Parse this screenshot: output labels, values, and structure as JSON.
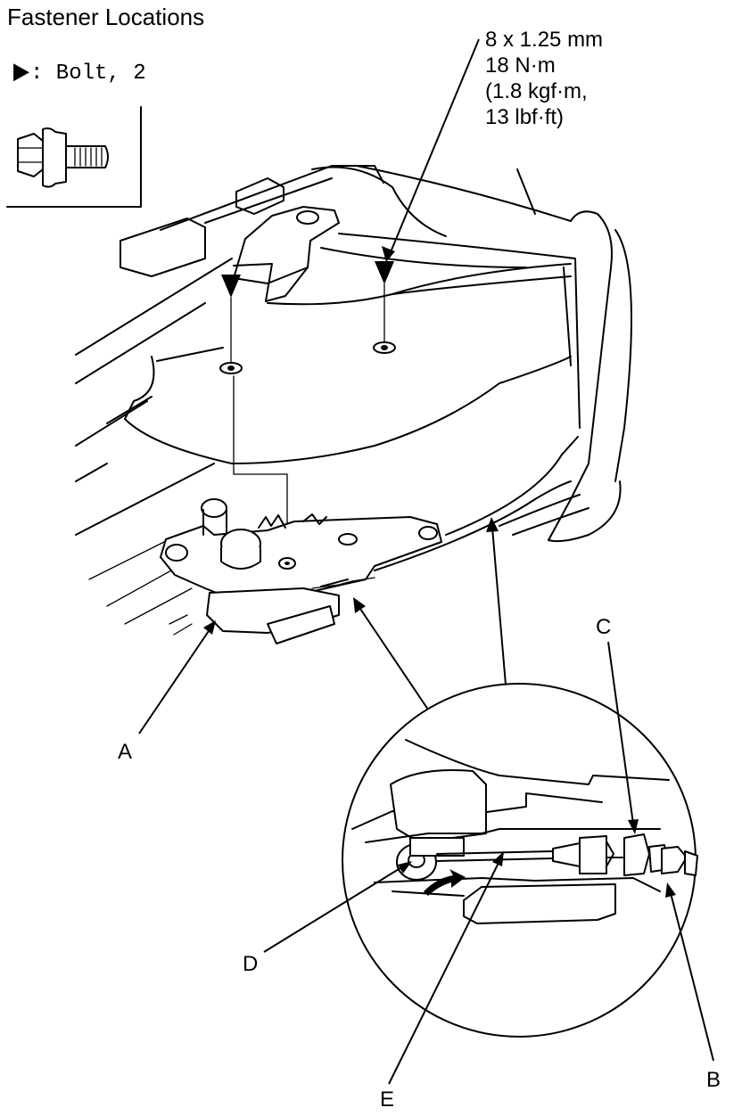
{
  "title": "Fastener Locations",
  "legend": {
    "symbol": "▶",
    "text": ": Bolt, 2"
  },
  "spec": {
    "line1": "8 x 1.25 mm",
    "line2": "18 N·m",
    "line3": "(1.8 kgf·m,",
    "line4": "13 lbf·ft)"
  },
  "callouts": {
    "a": "A",
    "b": "B",
    "c": "C",
    "d": "D",
    "e": "E"
  }
}
